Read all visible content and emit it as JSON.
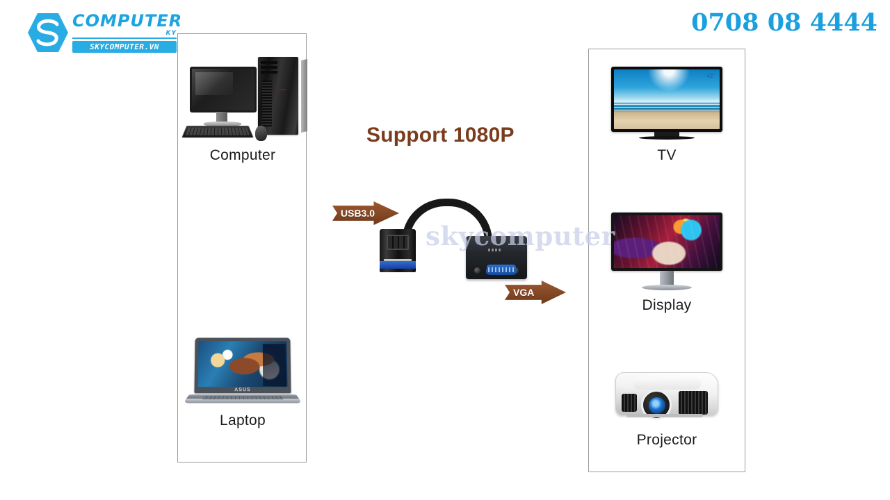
{
  "brand": {
    "logo_word": "COMPUTER",
    "logo_sub": "KY",
    "logo_domain": "SKYCOMPUTER.VN",
    "logo_mark_icon": "sky-s-hexagon-icon",
    "accent_color": "#29ace3"
  },
  "phone": {
    "number": "0708 08 4444",
    "color": "#1ba0dd"
  },
  "headline": {
    "text": "Support 1080P",
    "color": "#7a3c1c"
  },
  "arrows": [
    {
      "id": "usb",
      "label": "USB3.0",
      "color": "#8a4b28",
      "direction": "right"
    },
    {
      "id": "vga",
      "label": "VGA",
      "color": "#8a4b28",
      "direction": "right"
    }
  ],
  "sources": {
    "panel_label": "source-devices-panel",
    "devices": [
      {
        "id": "computer",
        "label": "Computer",
        "icon": "desktop-computer-icon"
      },
      {
        "id": "laptop",
        "label": "Laptop",
        "icon": "laptop-icon",
        "screen_brand": "ASUS"
      }
    ]
  },
  "outputs": {
    "panel_label": "output-devices-panel",
    "devices": [
      {
        "id": "tv",
        "label": "TV",
        "icon": "television-icon",
        "badge": "42\""
      },
      {
        "id": "display",
        "label": "Display",
        "icon": "monitor-icon"
      },
      {
        "id": "projector",
        "label": "Projector",
        "icon": "projector-icon"
      }
    ]
  },
  "adapter": {
    "name": "usb3-to-vga-adapter",
    "input_port": "USB3.0",
    "output_port": "VGA"
  },
  "watermark": {
    "text": "skycomputer",
    "color": "#c9cee8"
  }
}
